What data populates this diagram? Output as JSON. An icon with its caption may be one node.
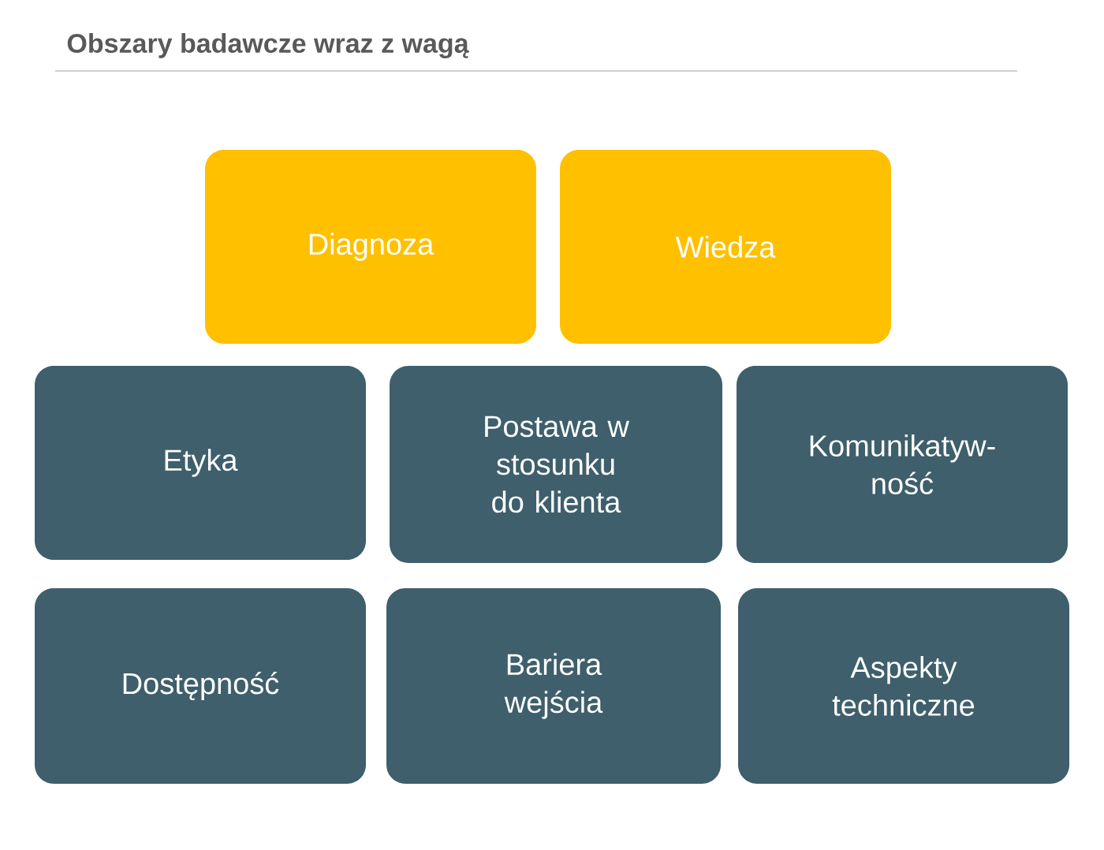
{
  "diagram": {
    "title": "Obszary badawcze wraz z wagą",
    "nodes": [
      {
        "text": [
          "Diagnoza"
        ]
      },
      {
        "text": [
          "Wiedza"
        ]
      },
      {
        "text": [
          "Etyka"
        ]
      },
      {
        "text": [
          "Postawa w stosunku do klienta"
        ]
      },
      {
        "text": [
          "Komunikatyw-ność"
        ]
      },
      {
        "text": [
          "Dostępność"
        ]
      },
      {
        "text": [
          "Bariera wejścia"
        ]
      },
      {
        "text": [
          "Aspekty techniczne"
        ]
      }
    ]
  }
}
